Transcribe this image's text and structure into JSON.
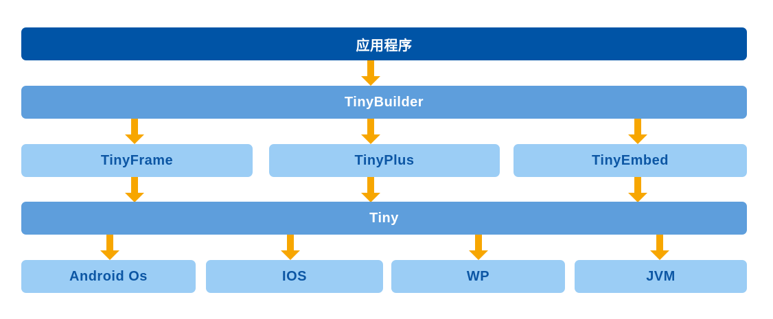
{
  "colors": {
    "dark_blue": "#0054A6",
    "medium_blue": "#5E9EDC",
    "light_blue": "#9BCDF5",
    "label_dark": "#0C56A4",
    "arrow_orange": "#F7A600",
    "background": "#FFFFFF"
  },
  "diagram": {
    "layers": {
      "application": {
        "label": "应用程序"
      },
      "builder": {
        "label": "TinyBuilder"
      },
      "modules": [
        {
          "label": "TinyFrame"
        },
        {
          "label": "TinyPlus"
        },
        {
          "label": "TinyEmbed"
        }
      ],
      "core": {
        "label": "Tiny"
      },
      "platforms": [
        {
          "label": "Android Os"
        },
        {
          "label": "IOS"
        },
        {
          "label": "WP"
        },
        {
          "label": "JVM"
        }
      ]
    }
  }
}
